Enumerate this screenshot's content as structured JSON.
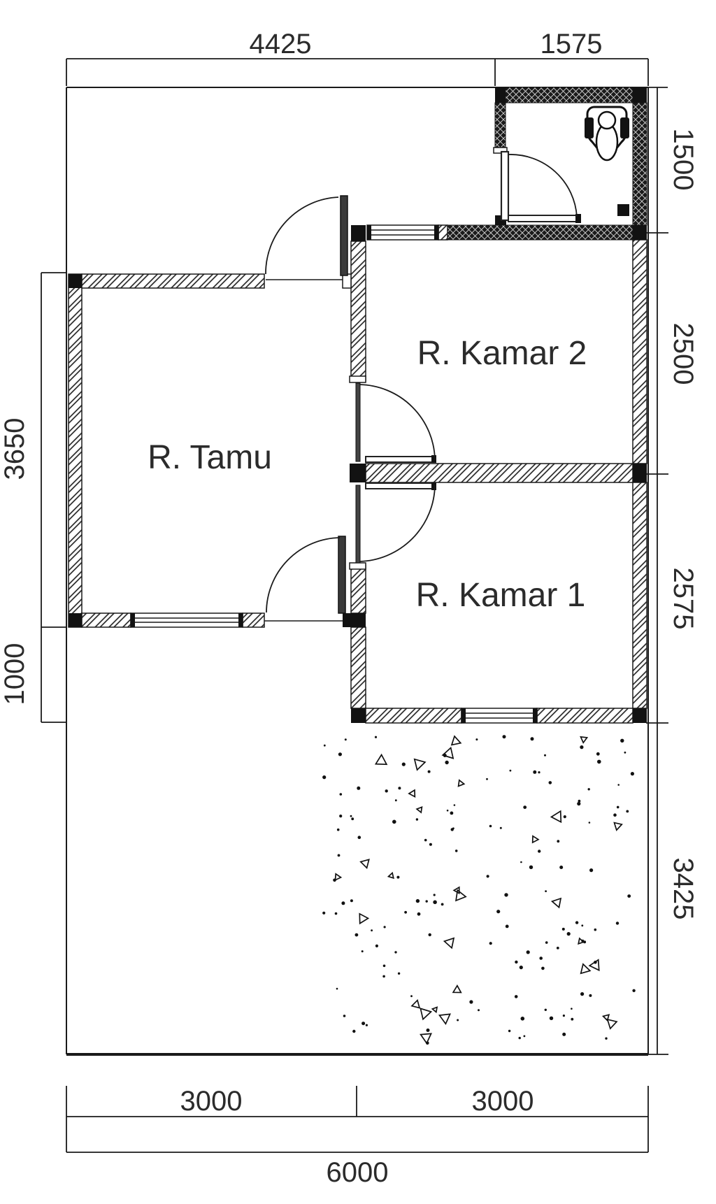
{
  "plan": {
    "type": "house-floor-plan",
    "rooms": [
      {
        "label": "R. Tamu"
      },
      {
        "label": "R. Kamar 2"
      },
      {
        "label": "R. Kamar 1"
      }
    ],
    "dimensions": {
      "top": [
        "4425",
        "1575"
      ],
      "right": [
        "1500",
        "2500",
        "2575",
        "3425"
      ],
      "left": [
        "3650",
        "1000"
      ],
      "bottom_segments": [
        "3000",
        "3000"
      ],
      "bottom_total": "6000"
    },
    "fixtures": [
      {
        "name": "squat-toilet"
      },
      {
        "name": "floor-drain"
      }
    ],
    "colors": {
      "line": "#1a1a1a",
      "wall_block": "#121212",
      "wet_wall": "#1b1b1b",
      "paper": "#ffffff"
    }
  }
}
